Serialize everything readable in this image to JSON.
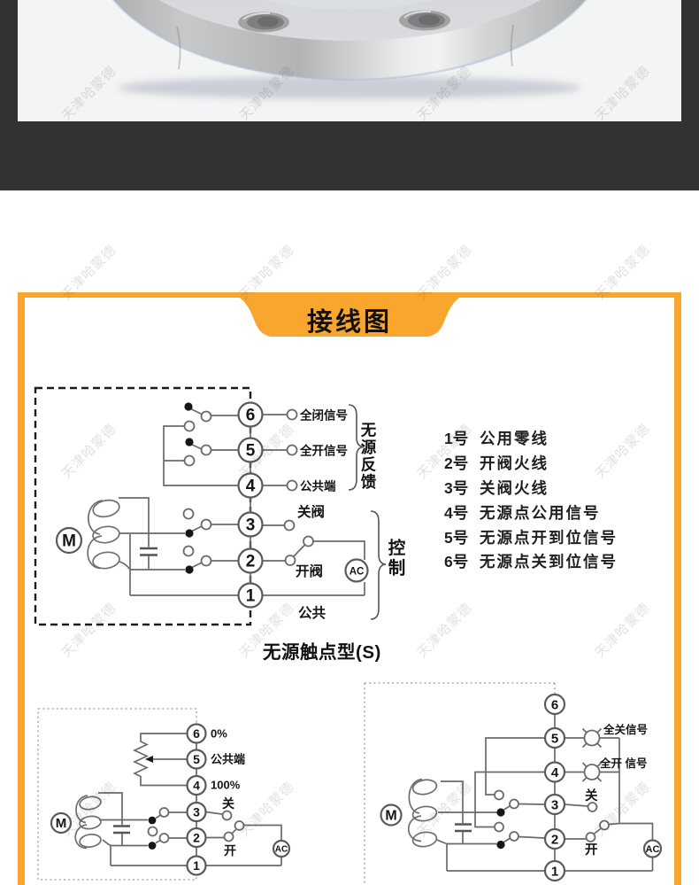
{
  "watermark": {
    "text": "天津哈蒙德"
  },
  "colors": {
    "accent_orange": "#F9A62E",
    "band_dark": "#323232",
    "photo_bg": "#F3F4F4"
  },
  "panel": {
    "title": "接线图",
    "main": {
      "terminals": [
        "6",
        "5",
        "4",
        "3",
        "2",
        "1"
      ],
      "labels": {
        "t6": "全闭信号",
        "t5": "全开信号",
        "t4": "公共端",
        "t3": "关阀",
        "t2": "开阀",
        "t1": "公共",
        "feedback_group": "无源反馈",
        "control_group": "控制",
        "motor": "M",
        "power": "AC"
      },
      "caption": "无源触点型(S)"
    },
    "terminal_list": {
      "items": [
        {
          "no": "1号",
          "desc": "公用零线"
        },
        {
          "no": "2号",
          "desc": "开阀火线"
        },
        {
          "no": "3号",
          "desc": "关阀火线"
        },
        {
          "no": "4号",
          "desc": "无源点公用信号"
        },
        {
          "no": "5号",
          "desc": "无源点开到位信号"
        },
        {
          "no": "6号",
          "desc": "无源点关到位信号"
        }
      ]
    },
    "left_diagram": {
      "terminals": [
        "6",
        "5",
        "4",
        "3",
        "2",
        "1"
      ],
      "labels": {
        "t6": "0%",
        "t5": "公共端",
        "t4": "100%",
        "t3": "关",
        "t2": "开",
        "motor": "M",
        "power": "AC"
      }
    },
    "right_diagram": {
      "terminals": [
        "6",
        "5",
        "4",
        "3",
        "2",
        "1"
      ],
      "labels": {
        "t5": "全关信号",
        "t4": "全开 信号",
        "t3": "关",
        "t2": "开",
        "motor": "M",
        "power": "AC"
      }
    }
  }
}
